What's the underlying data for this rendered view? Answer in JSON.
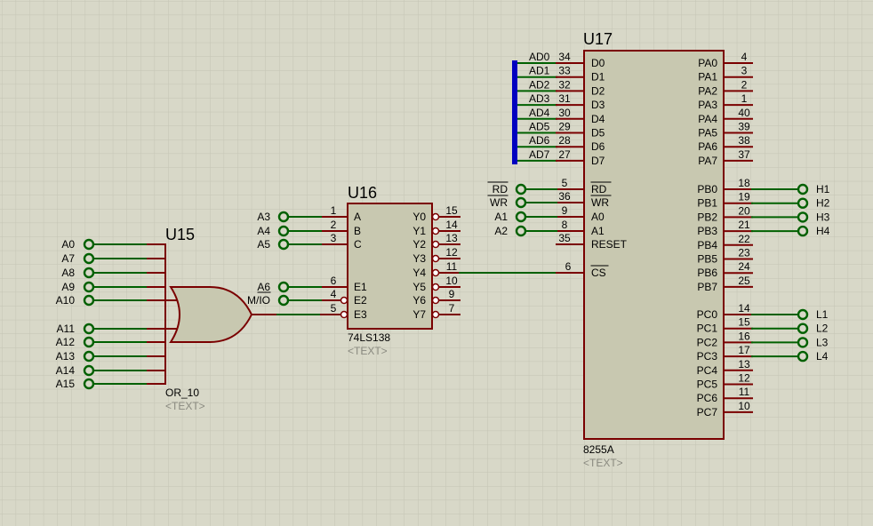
{
  "colors": {
    "background": "#d8d8c8",
    "grid": "#c4c4b4",
    "grid_major": "#b8b8a8",
    "chip_body": "#c8c8b0",
    "outline": "#7a0000",
    "wire": "#006000",
    "bus": "#0000c0",
    "terminal": "#006000"
  },
  "u15": {
    "ref": "U15",
    "type": "OR_10",
    "text": "<TEXT>",
    "inputs": [
      "A0",
      "A7",
      "A8",
      "A9",
      "A10",
      "A11",
      "A12",
      "A13",
      "A14",
      "A15"
    ]
  },
  "u16": {
    "ref": "U16",
    "type": "74LS138",
    "text": "<TEXT>",
    "left_pins": [
      {
        "net": "A3",
        "num": "1",
        "name": "A"
      },
      {
        "net": "A4",
        "num": "2",
        "name": "B"
      },
      {
        "net": "A5",
        "num": "3",
        "name": "C"
      },
      {
        "net": "A6",
        "num": "6",
        "name": "E1"
      },
      {
        "net": "M/IO",
        "num": "4",
        "name": "E2"
      },
      {
        "net": "",
        "num": "5",
        "name": "E3"
      }
    ],
    "right_pins": [
      {
        "num": "15",
        "name": "Y0"
      },
      {
        "num": "14",
        "name": "Y1"
      },
      {
        "num": "13",
        "name": "Y2"
      },
      {
        "num": "12",
        "name": "Y3"
      },
      {
        "num": "11",
        "name": "Y4"
      },
      {
        "num": "10",
        "name": "Y5"
      },
      {
        "num": "9",
        "name": "Y6"
      },
      {
        "num": "7",
        "name": "Y7"
      }
    ]
  },
  "u17": {
    "ref": "U17",
    "type": "8255A",
    "text": "<TEXT>",
    "data_pins": [
      {
        "net": "AD0",
        "num": "34",
        "name": "D0"
      },
      {
        "net": "AD1",
        "num": "33",
        "name": "D1"
      },
      {
        "net": "AD2",
        "num": "32",
        "name": "D2"
      },
      {
        "net": "AD3",
        "num": "31",
        "name": "D3"
      },
      {
        "net": "AD4",
        "num": "30",
        "name": "D4"
      },
      {
        "net": "AD5",
        "num": "29",
        "name": "D5"
      },
      {
        "net": "AD6",
        "num": "28",
        "name": "D6"
      },
      {
        "net": "AD7",
        "num": "27",
        "name": "D7"
      }
    ],
    "control_pins": [
      {
        "net": "RD",
        "num": "5",
        "name": "RD",
        "bar": true
      },
      {
        "net": "WR",
        "num": "36",
        "name": "WR",
        "bar": true
      },
      {
        "net": "A1",
        "num": "9",
        "name": "A0",
        "bar": false
      },
      {
        "net": "A2",
        "num": "8",
        "name": "A1",
        "bar": false
      },
      {
        "net": "",
        "num": "35",
        "name": "RESET",
        "bar": false
      }
    ],
    "cs_pin": {
      "num": "6",
      "name": "CS"
    },
    "pa_pins": [
      {
        "num": "4",
        "name": "PA0"
      },
      {
        "num": "3",
        "name": "PA1"
      },
      {
        "num": "2",
        "name": "PA2"
      },
      {
        "num": "1",
        "name": "PA3"
      },
      {
        "num": "40",
        "name": "PA4"
      },
      {
        "num": "39",
        "name": "PA5"
      },
      {
        "num": "38",
        "name": "PA6"
      },
      {
        "num": "37",
        "name": "PA7"
      }
    ],
    "pb_pins": [
      {
        "num": "18",
        "name": "PB0",
        "net": "H1"
      },
      {
        "num": "19",
        "name": "PB1",
        "net": "H2"
      },
      {
        "num": "20",
        "name": "PB2",
        "net": "H3"
      },
      {
        "num": "21",
        "name": "PB3",
        "net": "H4"
      },
      {
        "num": "22",
        "name": "PB4",
        "net": ""
      },
      {
        "num": "23",
        "name": "PB5",
        "net": ""
      },
      {
        "num": "24",
        "name": "PB6",
        "net": ""
      },
      {
        "num": "25",
        "name": "PB7",
        "net": ""
      }
    ],
    "pc_pins": [
      {
        "num": "14",
        "name": "PC0",
        "net": "L1"
      },
      {
        "num": "15",
        "name": "PC1",
        "net": "L2"
      },
      {
        "num": "16",
        "name": "PC2",
        "net": "L3"
      },
      {
        "num": "17",
        "name": "PC3",
        "net": "L4"
      },
      {
        "num": "13",
        "name": "PC4",
        "net": ""
      },
      {
        "num": "12",
        "name": "PC5",
        "net": ""
      },
      {
        "num": "11",
        "name": "PC6",
        "net": ""
      },
      {
        "num": "10",
        "name": "PC7",
        "net": ""
      }
    ]
  }
}
